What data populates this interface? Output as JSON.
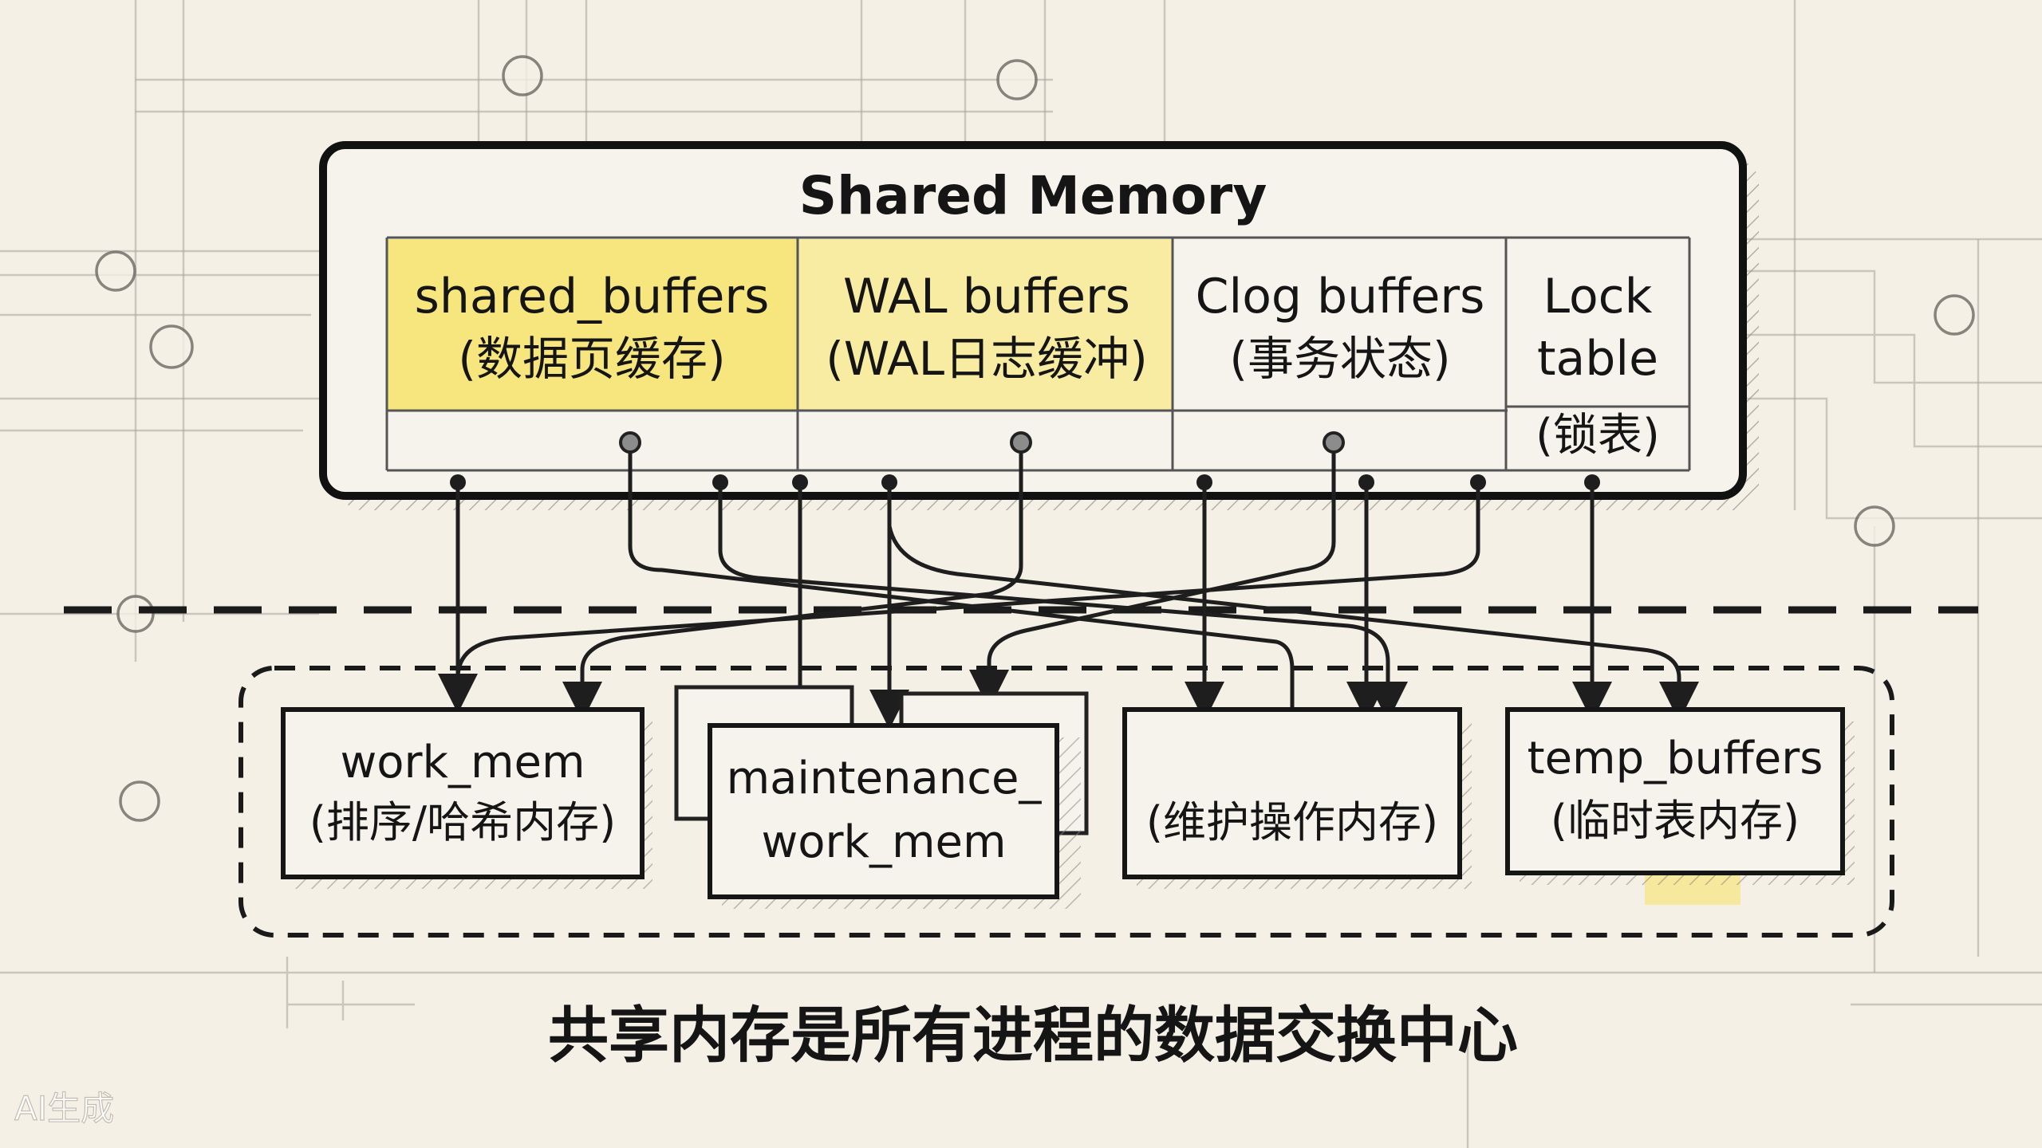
{
  "title": "Shared Memory",
  "shared_memory": {
    "sections": [
      {
        "line1": "shared_buffers",
        "line2": "(数据页缓存)",
        "highlight": "#f6e36a"
      },
      {
        "line1": "WAL buffers",
        "line2": "(WAL日志缓冲)",
        "highlight": "#f8e88a"
      },
      {
        "line1": "Clog buffers",
        "line2": "(事务状态)",
        "highlight": null
      },
      {
        "line1": "Lock",
        "line2": "table",
        "line3": "(锁表)",
        "highlight": null
      }
    ]
  },
  "local_memory": {
    "boxes": [
      {
        "line1": "work_mem",
        "line2": "(排序/哈希内存)"
      },
      {
        "line1": "maintenance_",
        "line2": "work_mem"
      },
      {
        "line1": "",
        "line2": "(维护操作内存)"
      },
      {
        "line1": "temp_buffers",
        "line2": "(临时表内存)"
      }
    ]
  },
  "caption": "共享内存是所有进程的数据交换中心",
  "watermark": "AI生成",
  "colors": {
    "paper": "#f4f0e6",
    "ink": "#151515",
    "highlight_yellow": "#f6e36a",
    "faint_grid": "#a8a49c"
  }
}
